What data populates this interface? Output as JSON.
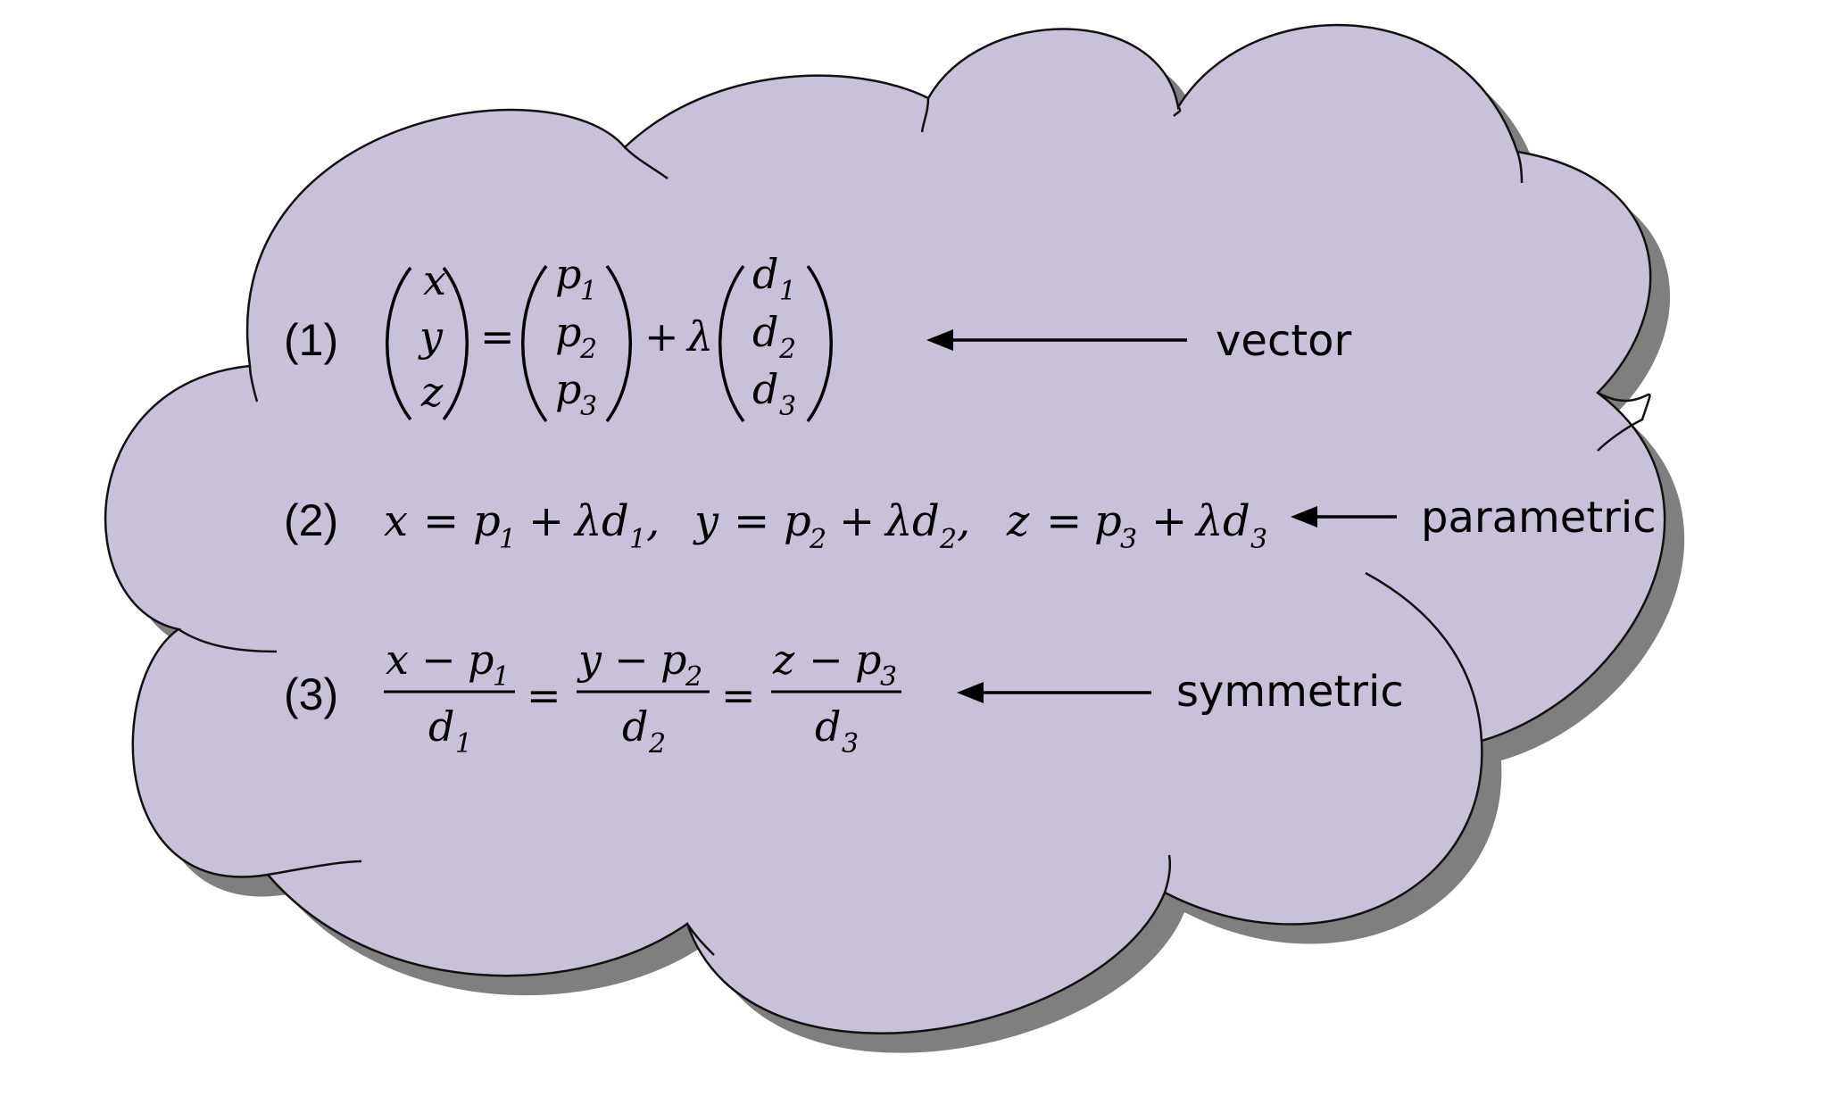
{
  "colors": {
    "cloud_fill": "#c9c0da",
    "cloud_shadow": "#7f7f7f",
    "outline": "#111111"
  },
  "equations": [
    {
      "number": "(1)",
      "label": "vector",
      "lhs": [
        "x",
        "y",
        "z"
      ],
      "equals": "=",
      "p_vector": [
        "p",
        "p",
        "p"
      ],
      "p_subs": [
        "1",
        "2",
        "3"
      ],
      "plus": "+",
      "lambda": "λ",
      "d_vector": [
        "d",
        "d",
        "d"
      ],
      "d_subs": [
        "1",
        "2",
        "3"
      ]
    },
    {
      "number": "(2)",
      "label": "parametric",
      "terms": [
        {
          "var": "x",
          "eq": "=",
          "p": "p",
          "psub": "1",
          "plus": "+",
          "lambda": "λ",
          "d": "d",
          "dsub": "1",
          "comma": ","
        },
        {
          "var": "y",
          "eq": "=",
          "p": "p",
          "psub": "2",
          "plus": "+",
          "lambda": "λ",
          "d": "d",
          "dsub": "2",
          "comma": ","
        },
        {
          "var": "z",
          "eq": "=",
          "p": "p",
          "psub": "3",
          "plus": "+",
          "lambda": "λ",
          "d": "d",
          "dsub": "3",
          "comma": ""
        }
      ]
    },
    {
      "number": "(3)",
      "label": "symmetric",
      "fractions": [
        {
          "var": "x",
          "minus": "−",
          "p": "p",
          "psub": "1",
          "den": "d",
          "densub": "1"
        },
        {
          "var": "y",
          "minus": "−",
          "p": "p",
          "psub": "2",
          "den": "d",
          "densub": "2"
        },
        {
          "var": "z",
          "minus": "−",
          "p": "p",
          "psub": "3",
          "den": "d",
          "densub": "3"
        }
      ],
      "equals": "="
    }
  ]
}
